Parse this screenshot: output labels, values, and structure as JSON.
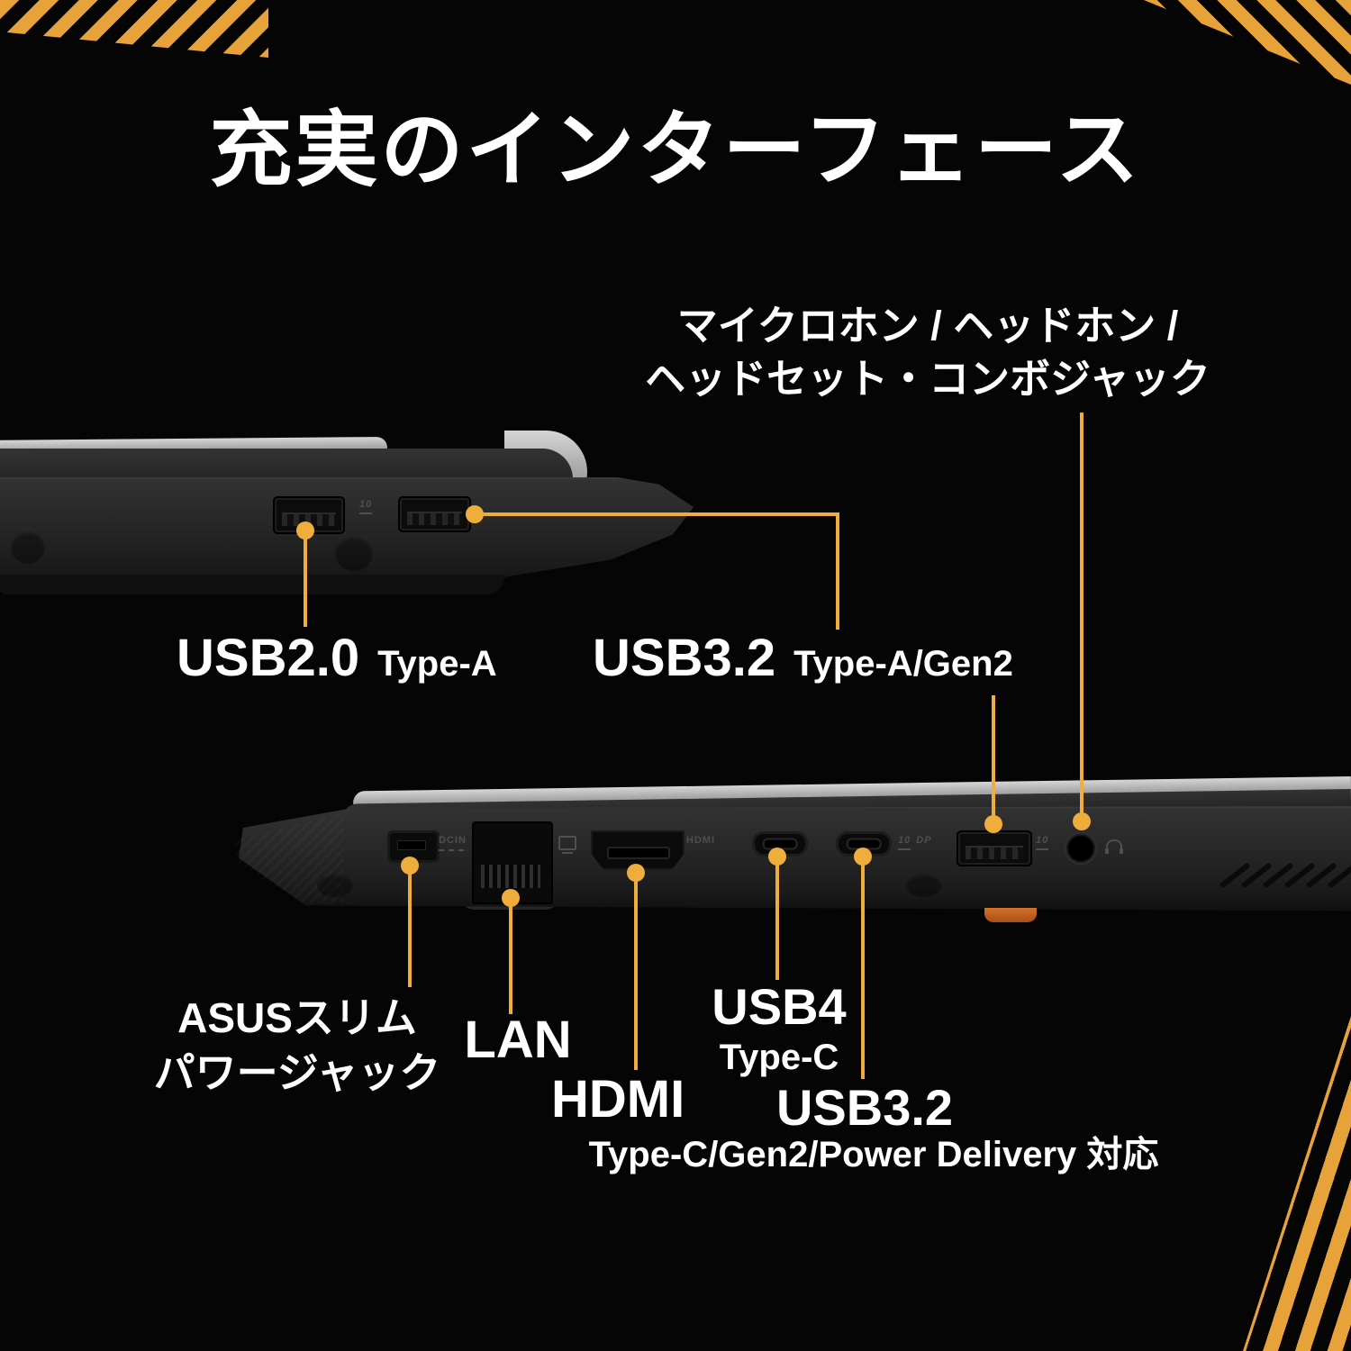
{
  "title": "充実のインターフェース",
  "combo_jack": {
    "line1": "マイクロホン / ヘッドホン /",
    "line2": "ヘッドセット・コンボジャック"
  },
  "labels": {
    "usb20": {
      "main": "USB2.0",
      "sub": "Type-A"
    },
    "usb32_typea": {
      "main": "USB3.2",
      "sub": "Type-A/Gen2"
    },
    "power_jack": {
      "line1": "ASUSスリム",
      "line2": "パワージャック"
    },
    "lan": "LAN",
    "hdmi": "HDMI",
    "usb4": {
      "main": "USB4",
      "sub": "Type-C"
    },
    "usb32_typec": {
      "main": "USB3.2",
      "sub": "Type-C/Gen2/Power Delivery 対応"
    }
  },
  "port_glyphs": {
    "dcin": "DCIN",
    "hdmi": "HDMI",
    "speed_10": "10",
    "dp": "DP"
  },
  "colors": {
    "background": "#050505",
    "callout_yellow": "#EFAD3C",
    "stripe_yellow": "#E8A23A",
    "title_white": "#FFFFFF",
    "orange_accent": "#C4651F"
  }
}
